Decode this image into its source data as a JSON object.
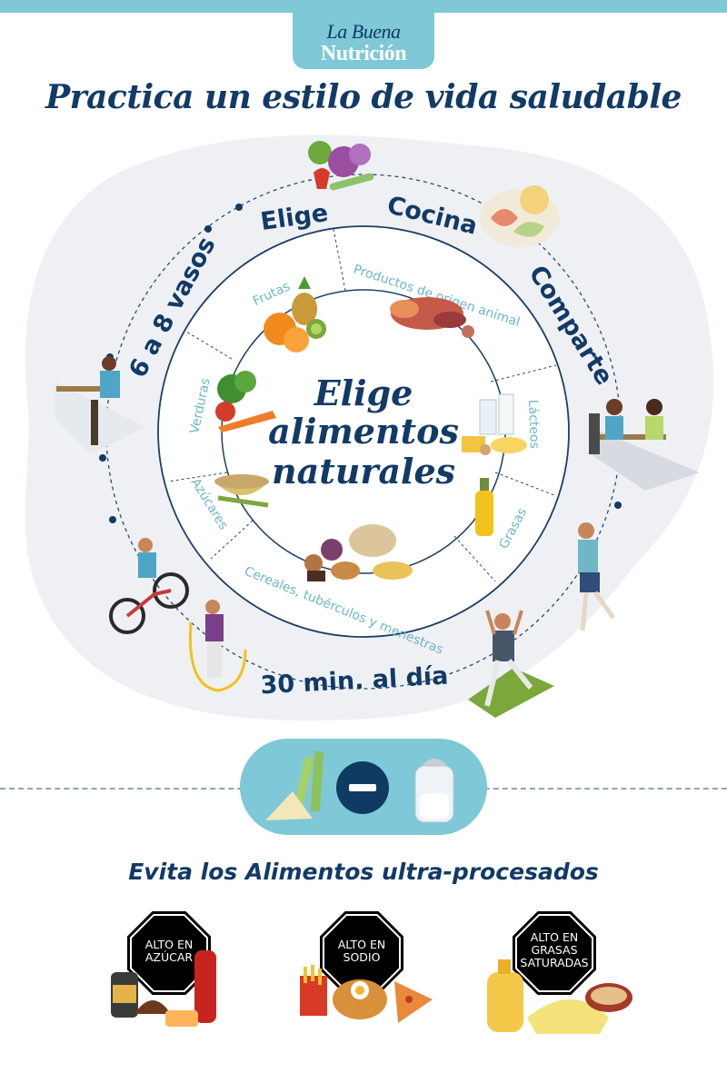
{
  "brand": {
    "line1": "La Buena",
    "line2": "Nutrición"
  },
  "headline": "Practica un estilo de vida saludable",
  "outer_ring": {
    "elige": "Elige",
    "cocina": "Cocina",
    "comparte": "Comparte",
    "vasos": "6 a 8 vasos",
    "minutos": "30 min. al día"
  },
  "food_groups": {
    "frutas": "Frutas",
    "origen_animal": "Productos de origen animal",
    "lacteos": "Lácteos",
    "grasas": "Grasas",
    "cereales": "Cereales, tubérculos y menestras",
    "azucares": "Azúcares",
    "verduras": "Verduras"
  },
  "center": {
    "line1": "Elige",
    "line2": "alimentos",
    "line3": "naturales"
  },
  "avoid_title": "Evita los Alimentos ultra-procesados",
  "warnings": [
    {
      "line1": "ALTO EN",
      "line2": "AZÚCAR"
    },
    {
      "line1": "ALTO EN",
      "line2": "SODIO"
    },
    {
      "line1": "ALTO EN",
      "line2": "GRASAS",
      "line3": "SATURADAS"
    }
  ],
  "colors": {
    "navy": "#123a67",
    "teal": "#7ec8d8",
    "light_teal": "#6db6c8",
    "blob": "#eef0f4"
  }
}
